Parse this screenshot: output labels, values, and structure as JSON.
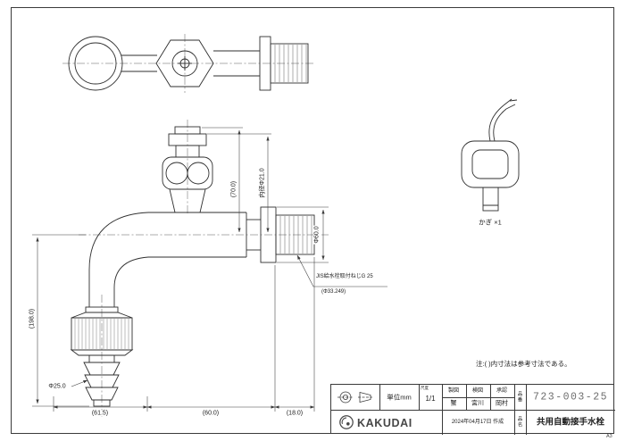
{
  "sheet": {
    "paper_size": "A3"
  },
  "views": {
    "accessory_label": "かぎ ×1"
  },
  "dimensions": {
    "inner_dia": "内径Φ21.0",
    "height_70": "(70.0)",
    "dia_60": "Φ60.0",
    "thread_line1": "JIS給水栓取付ねじG 25",
    "thread_line2": "(Φ33.249)",
    "height_198": "(198.0)",
    "dia_25": "Φ25.0",
    "width_61_5": "(61.5)",
    "width_60": "(60.0)",
    "width_18": "(18.0)"
  },
  "note": "注:( )内寸法は参考寸法である。",
  "title_block": {
    "unit": "単位mm",
    "scale_label": "尺度",
    "scale": "1/1",
    "col_draft": "製図",
    "col_check": "検図",
    "col_approve": "承認",
    "name_draft": "蟹",
    "name_check": "宮川",
    "name_approve": "岡村",
    "date": "2024年04月17日 作成",
    "brand": "KAKUDAI",
    "part_no_label": "品番",
    "part_no": "723-003-25",
    "part_name_label": "品名",
    "part_name": "共用自動接手水栓"
  }
}
